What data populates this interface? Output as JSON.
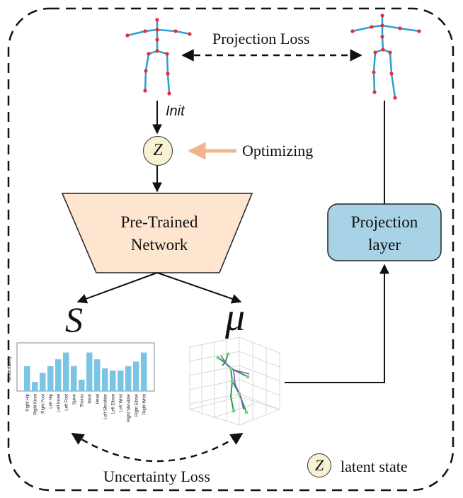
{
  "labels": {
    "projection_loss": "Projection Loss",
    "init": "Init",
    "latent_symbol": "Z",
    "optimizing": "Optimizing",
    "network_line1": "Pre-Trained",
    "network_line2": "Network",
    "projection_line1": "Projection",
    "projection_line2": "layer",
    "s_symbol": "S",
    "mu_symbol": "μ",
    "uncertainty_loss": "Uncertainty Loss",
    "legend_symbol": "Z",
    "legend_text": "latent state"
  },
  "colors": {
    "network_fill": "#fde5d0",
    "projection_fill": "#a8d3e6",
    "latent_fill": "#f7f2d2",
    "optimizing_arrow": "#f0b48f",
    "bar_color": "#7cc4e4",
    "skeleton_bone": "#2b9fd0",
    "skeleton_joint": "#e0303a"
  },
  "chart_data": {
    "type": "bar",
    "ylabel": "Uncertainty",
    "categories": [
      "Right Hip",
      "Right Knee",
      "Right Foot",
      "Left Hip",
      "Left Knee",
      "Left Foot",
      "Spine",
      "Thorax",
      "Neck",
      "Head",
      "Left Shoulder",
      "Left Elbow",
      "Left Wrist",
      "Right Shoulder",
      "Right Elbow",
      "Right Wrist"
    ],
    "values": [
      0.55,
      0.2,
      0.4,
      0.55,
      0.7,
      0.85,
      0.55,
      0.25,
      0.85,
      0.7,
      0.5,
      0.45,
      0.45,
      0.55,
      0.65,
      0.85
    ],
    "ylim": [
      0,
      1
    ],
    "grid": false
  }
}
